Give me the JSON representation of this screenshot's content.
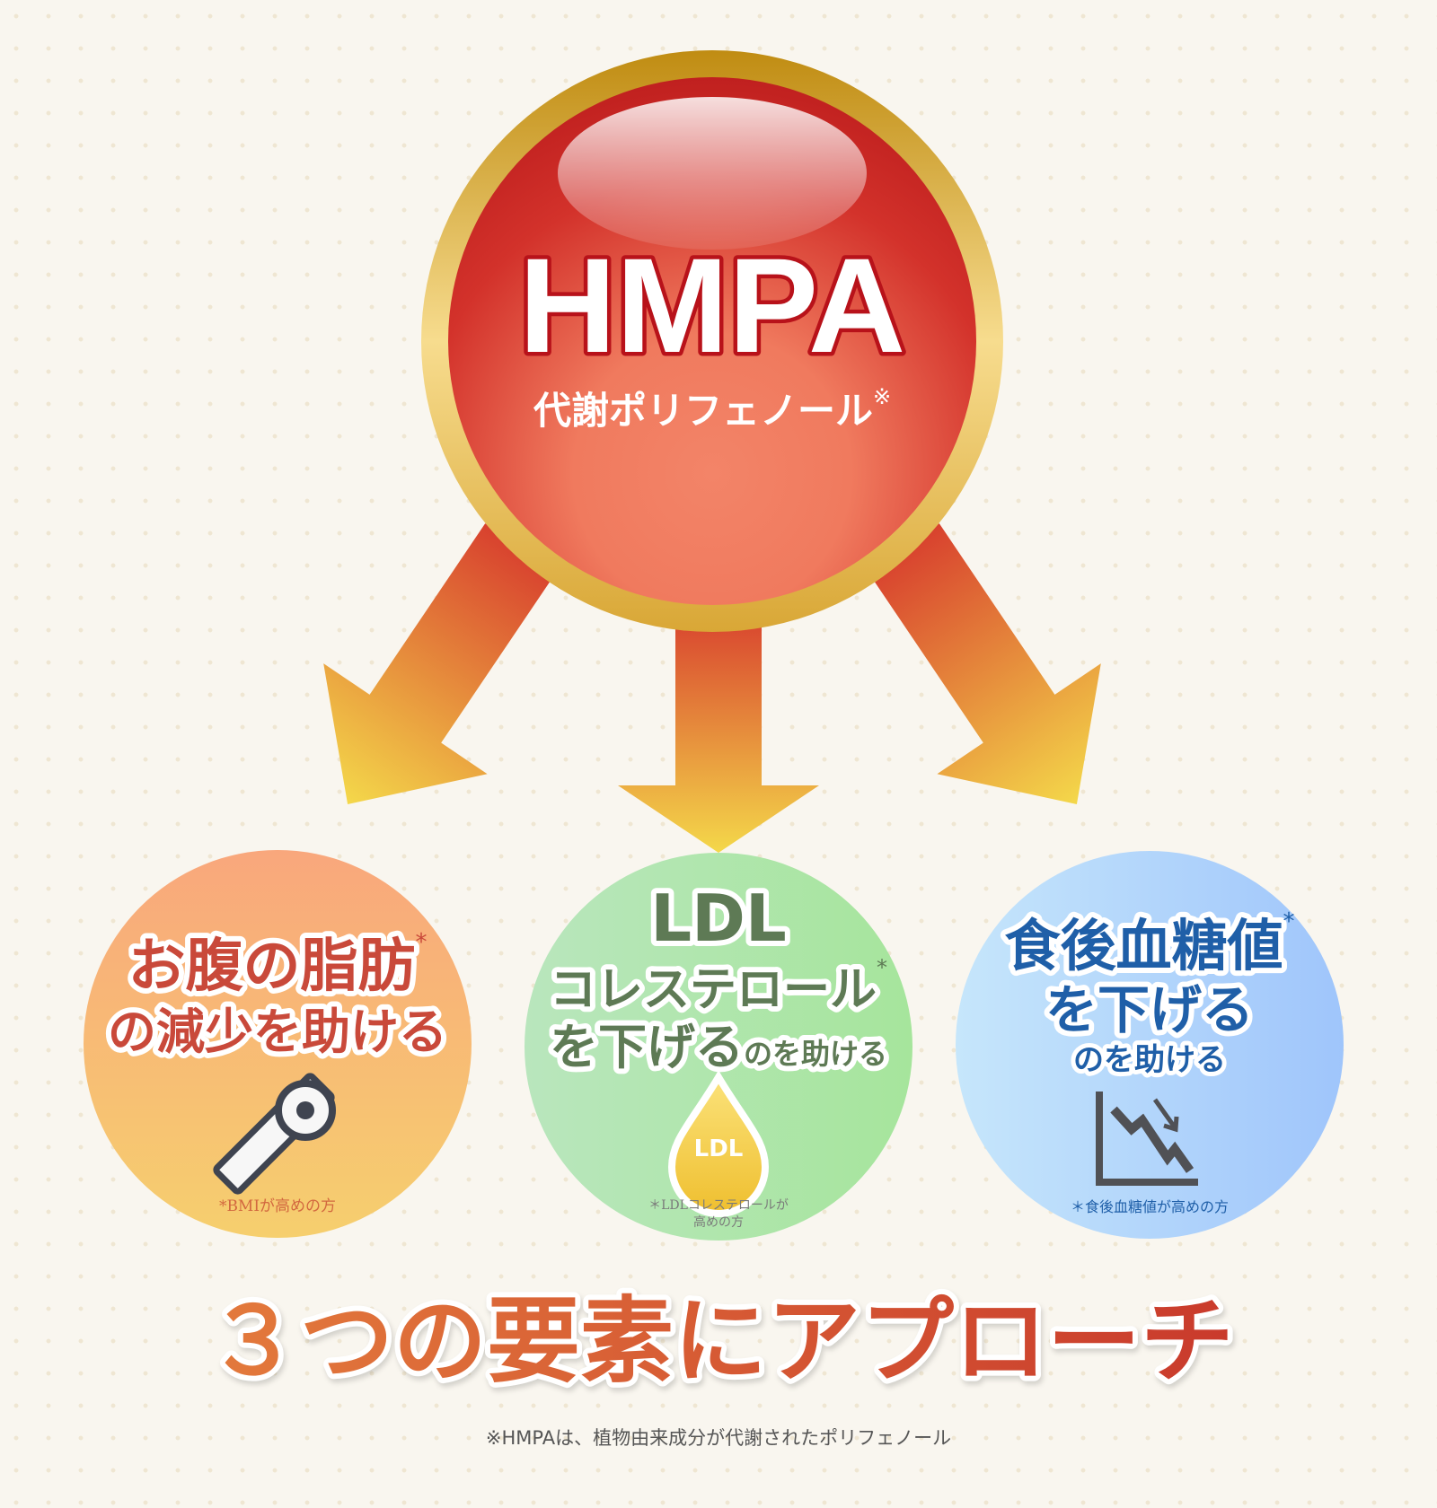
{
  "hub": {
    "title": "HMPA",
    "subtitle": "代謝ポリフェノール",
    "mark": "※"
  },
  "benefits": [
    {
      "line1": "お腹の脂肪",
      "line2": "の減少を助ける",
      "asterisk": "*",
      "note": "*BMIが高めの方",
      "icon": "tape-measure-icon",
      "color": "#c9493a"
    },
    {
      "line1": "LDL",
      "line2": "コレステロール",
      "line3": "を下げる",
      "line3_small": "のを助ける",
      "asterisk": "*",
      "note_line1": "＊LDLコレステロールが",
      "note_line2": "高めの方",
      "icon_label": "LDL",
      "icon": "oil-drop-icon",
      "color": "#5e7a55"
    },
    {
      "line1": "食後血糖値",
      "line2": "を下げる",
      "line3": "のを助ける",
      "asterisk": "*",
      "note": "＊食後血糖値が高めの方",
      "icon": "declining-chart-icon",
      "color": "#1f5fa8"
    }
  ],
  "headline": "３つの要素にアプローチ",
  "footnote": "※HMPAは、植物由来成分が代謝されたポリフェノール"
}
